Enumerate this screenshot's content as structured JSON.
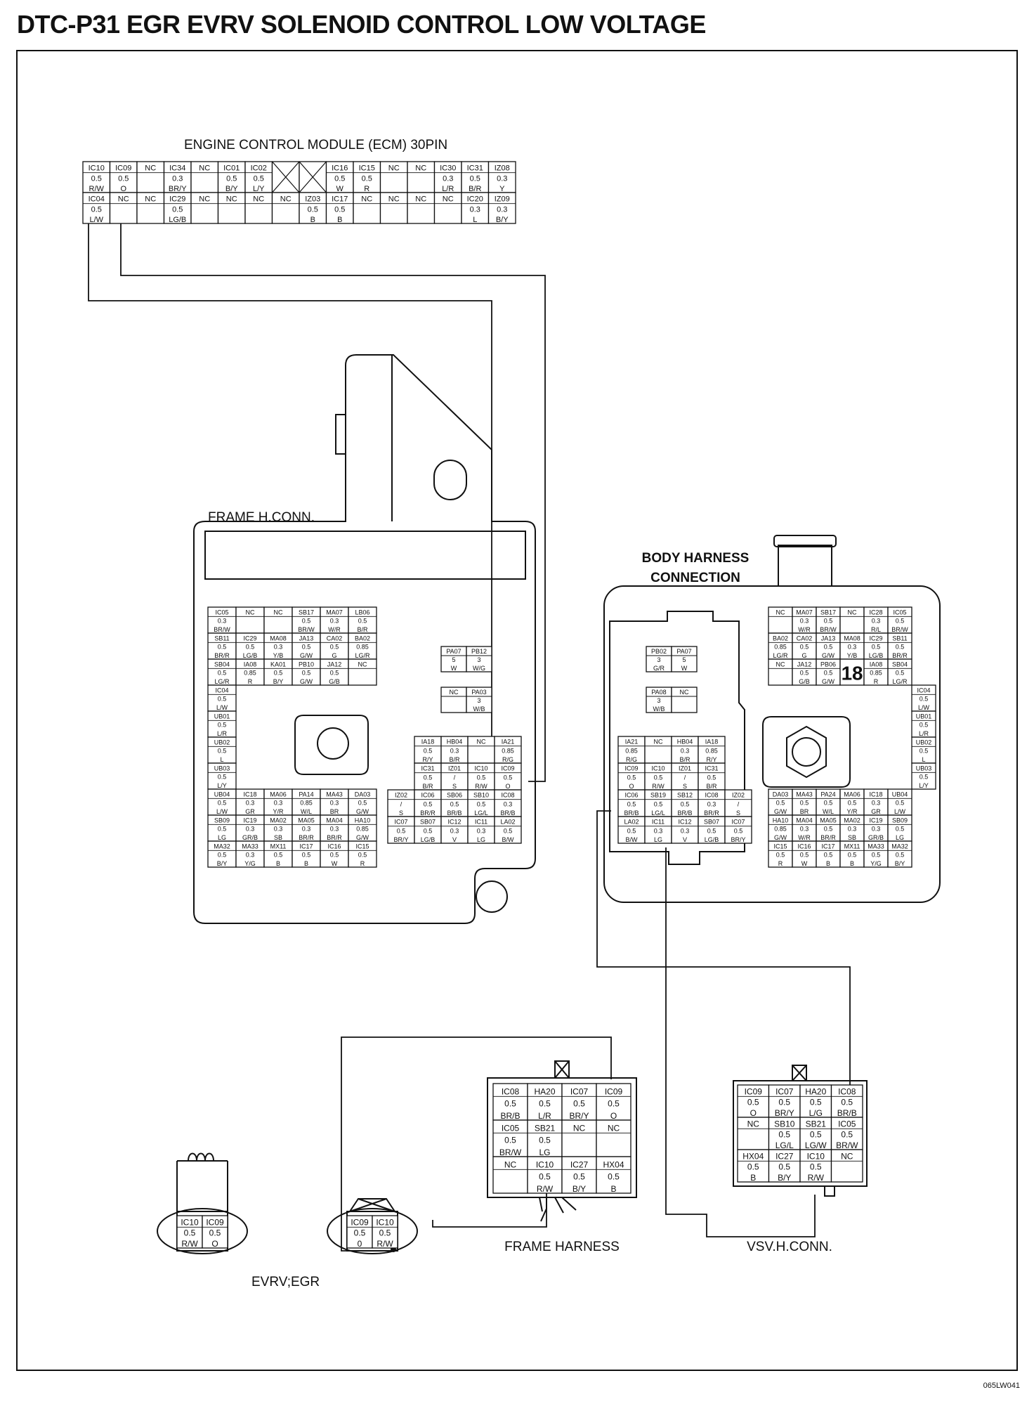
{
  "title": "DTC-P31 EGR EVRV SOLENOID CONTROL LOW VOLTAGE",
  "figure_code": "065LW041",
  "labels": {
    "ecm": "ENGINE CONTROL MODULE (ECM) 30PIN",
    "frame_hconn": "FRAME H.CONN.",
    "body_harness_1": "BODY HARNESS",
    "body_harness_2": "CONNECTION",
    "frame_harness": "FRAME HARNESS",
    "vsv_hconn": "VSV.H.CONN.",
    "evrv": "EVRV;EGR",
    "big_number": "18"
  },
  "ecm_rows": [
    [
      [
        "IC10",
        "0.5",
        "R/W"
      ],
      [
        "IC09",
        "0.5",
        "O"
      ],
      [
        "NC",
        "",
        ""
      ],
      [
        "IC34",
        "0.3",
        "BR/Y"
      ],
      [
        "NC",
        "",
        ""
      ],
      [
        "IC01",
        "0.5",
        "B/Y"
      ],
      [
        "IC02",
        "0.5",
        "L/Y"
      ],
      [
        "X",
        "",
        ""
      ],
      [
        "X",
        "",
        ""
      ],
      [
        "IC16",
        "0.5",
        "W"
      ],
      [
        "IC15",
        "0.5",
        "R"
      ],
      [
        "NC",
        "",
        ""
      ],
      [
        "NC",
        "",
        ""
      ],
      [
        "IC30",
        "0.3",
        "L/R"
      ],
      [
        "IC31",
        "0.5",
        "B/R"
      ],
      [
        "IZ08",
        "0.3",
        "Y"
      ]
    ],
    [
      [
        "IC04",
        "0.5",
        "L/W"
      ],
      [
        "NC",
        "",
        ""
      ],
      [
        "NC",
        "",
        ""
      ],
      [
        "IC29",
        "0.5",
        "LG/B"
      ],
      [
        "NC",
        "",
        ""
      ],
      [
        "NC",
        "",
        ""
      ],
      [
        "NC",
        "",
        ""
      ],
      [
        "NC",
        "",
        ""
      ],
      [
        "IZ03",
        "0.5",
        "B"
      ],
      [
        "IC17",
        "0.5",
        "B"
      ],
      [
        "NC",
        "",
        ""
      ],
      [
        "NC",
        "",
        ""
      ],
      [
        "NC",
        "",
        ""
      ],
      [
        "NC",
        "",
        ""
      ],
      [
        "IC20",
        "0.3",
        "L"
      ],
      [
        "IZ09",
        "0.3",
        "B/Y"
      ]
    ]
  ],
  "frame_left": [
    [
      [
        "IC05",
        "0.3",
        "BR/W"
      ],
      [
        "NC",
        "",
        ""
      ],
      [
        "NC",
        "",
        ""
      ],
      [
        "SB17",
        "0.5",
        "BR/W"
      ],
      [
        "MA07",
        "0.3",
        "W/R"
      ],
      [
        "LB06",
        "0.5",
        "B/R"
      ]
    ],
    [
      [
        "SB11",
        "0.5",
        "BR/R"
      ],
      [
        "IC29",
        "0.5",
        "LG/B"
      ],
      [
        "MA08",
        "0.3",
        "Y/B"
      ],
      [
        "JA13",
        "0.5",
        "G/W"
      ],
      [
        "CA02",
        "0.5",
        "G"
      ],
      [
        "BA02",
        "0.85",
        "LG/R"
      ]
    ],
    [
      [
        "SB04",
        "0.5",
        "LG/R"
      ],
      [
        "IA08",
        "0.85",
        "R"
      ],
      [
        "KA01",
        "0.5",
        "B/Y"
      ],
      [
        "PB10",
        "0.5",
        "G/W"
      ],
      [
        "JA12",
        "0.5",
        "G/B"
      ],
      [
        "NC",
        "",
        ""
      ]
    ],
    [
      [
        "IC04",
        "0.5",
        "L/W"
      ]
    ],
    [
      [
        "UB01",
        "0.5",
        "L/R"
      ]
    ],
    [
      [
        "UB02",
        "0.5",
        "L"
      ]
    ],
    [
      [
        "UB03",
        "0.5",
        "L/Y"
      ]
    ],
    [
      [
        "UB04",
        "0.5",
        "L/W"
      ],
      [
        "IC18",
        "0.3",
        "GR"
      ],
      [
        "MA06",
        "0.3",
        "Y/R"
      ],
      [
        "PA14",
        "0.85",
        "W/L"
      ],
      [
        "MA43",
        "0.3",
        "BR"
      ],
      [
        "DA03",
        "0.5",
        "G/W"
      ]
    ],
    [
      [
        "SB09",
        "0.5",
        "LG"
      ],
      [
        "IC19",
        "0.3",
        "GR/B"
      ],
      [
        "MA02",
        "0.3",
        "SB"
      ],
      [
        "MA05",
        "0.3",
        "BR/R"
      ],
      [
        "MA04",
        "0.3",
        "BR/R"
      ],
      [
        "HA10",
        "0.85",
        "G/W"
      ]
    ],
    [
      [
        "MA32",
        "0.5",
        "B/Y"
      ],
      [
        "MA33",
        "0.3",
        "Y/G"
      ],
      [
        "MX11",
        "0.5",
        "B"
      ],
      [
        "IC17",
        "0.5",
        "B"
      ],
      [
        "IC16",
        "0.5",
        "W"
      ],
      [
        "IC15",
        "0.5",
        "R"
      ]
    ]
  ],
  "frame_pa_l": [
    [
      "PA07",
      "5",
      "W"
    ],
    [
      "PB12",
      "3",
      "W/G"
    ]
  ],
  "frame_pa_m": [
    [
      "NC",
      "",
      ""
    ],
    [
      "PA03",
      "3",
      "W/B"
    ]
  ],
  "frame_right": [
    [
      [
        "IA18",
        "0.5",
        "R/Y"
      ],
      [
        "HB04",
        "0.3",
        "B/R"
      ],
      [
        "NC",
        "",
        ""
      ],
      [
        "IA21",
        "0.85",
        "R/G"
      ]
    ],
    [
      [
        "IC31",
        "0.5",
        "B/R"
      ],
      [
        "IZ01",
        "/",
        "S"
      ],
      [
        "IC10",
        "0.5",
        "R/W"
      ],
      [
        "IC09",
        "0.5",
        "O"
      ]
    ],
    [
      [
        "IZ02",
        "/",
        "S"
      ],
      [
        "IC06",
        "0.5",
        "BR/R"
      ],
      [
        "SB06",
        "0.5",
        "BR/B"
      ],
      [
        "SB10",
        "0.5",
        "LG/L"
      ],
      [
        "IC08",
        "0.3",
        "BR/B"
      ]
    ],
    [
      [
        "IC07",
        "0.5",
        "BR/Y"
      ],
      [
        "SB07",
        "0.5",
        "LG/B"
      ],
      [
        "IC12",
        "0.3",
        "V"
      ],
      [
        "IC11",
        "0.3",
        "LG"
      ],
      [
        "LA02",
        "0.5",
        "B/W"
      ]
    ]
  ],
  "bh_pb_l": [
    [
      "PB02",
      "3",
      "G/R"
    ],
    [
      "PA07",
      "5",
      "W"
    ]
  ],
  "bh_pb_m": [
    [
      "PA08",
      "3",
      "W/B"
    ],
    [
      "NC",
      "",
      ""
    ]
  ],
  "bh_left": [
    [
      [
        "IA21",
        "0.85",
        "R/G"
      ],
      [
        "NC",
        "",
        ""
      ],
      [
        "HB04",
        "0.3",
        "B/R"
      ],
      [
        "IA18",
        "0.85",
        "R/Y"
      ]
    ],
    [
      [
        "IC09",
        "0.5",
        "O"
      ],
      [
        "IC10",
        "0.5",
        "R/W"
      ],
      [
        "IZ01",
        "/",
        "S"
      ],
      [
        "IC31",
        "0.5",
        "B/R"
      ]
    ],
    [
      [
        "IC06",
        "0.5",
        "BR/B"
      ],
      [
        "SB19",
        "0.5",
        "LG/L"
      ],
      [
        "SB12",
        "0.5",
        "BR/B"
      ],
      [
        "IC08",
        "0.3",
        "BR/R"
      ],
      [
        "IZ02",
        "/",
        "S"
      ]
    ],
    [
      [
        "LA02",
        "0.5",
        "B/W"
      ],
      [
        "IC11",
        "0.3",
        "LG"
      ],
      [
        "IC12",
        "0.3",
        "V"
      ],
      [
        "SB07",
        "0.5",
        "LG/B"
      ],
      [
        "IC07",
        "0.5",
        "BR/Y"
      ]
    ]
  ],
  "bh_right": [
    [
      [
        "NC",
        "",
        ""
      ],
      [
        "MA07",
        "0.3",
        "W/R"
      ],
      [
        "SB17",
        "0.5",
        "BR/W"
      ],
      [
        "NC",
        "",
        ""
      ],
      [
        "IC28",
        "0.3",
        "R/L"
      ],
      [
        "IC05",
        "0.5",
        "BR/W"
      ]
    ],
    [
      [
        "BA02",
        "0.85",
        "LG/R"
      ],
      [
        "CA02",
        "0.5",
        "G"
      ],
      [
        "JA13",
        "0.5",
        "G/W"
      ],
      [
        "MA08",
        "0.3",
        "Y/B"
      ],
      [
        "IC29",
        "0.5",
        "LG/B"
      ],
      [
        "SB11",
        "0.5",
        "BR/R"
      ]
    ],
    [
      [
        "NC",
        "",
        ""
      ],
      [
        "JA12",
        "0.5",
        "G/B"
      ],
      [
        "PB06",
        "0.5",
        "G/W"
      ],
      [
        "BIG",
        "",
        ""
      ],
      [
        "IA08",
        "0.85",
        "R"
      ],
      [
        "SB04",
        "0.5",
        "LG/R"
      ]
    ],
    [
      [
        "IC04",
        "0.5",
        "L/W"
      ]
    ],
    [
      [
        "UB01",
        "0.5",
        "L/R"
      ]
    ],
    [
      [
        "UB02",
        "0.5",
        "L"
      ]
    ],
    [
      [
        "UB03",
        "0.5",
        "L/Y"
      ]
    ],
    [
      [
        "DA03",
        "0.5",
        "G/W"
      ],
      [
        "MA43",
        "0.5",
        "BR"
      ],
      [
        "PA24",
        "0.5",
        "W/L"
      ],
      [
        "MA06",
        "0.5",
        "Y/R"
      ],
      [
        "IC18",
        "0.3",
        "GR"
      ],
      [
        "UB04",
        "0.5",
        "L/W"
      ]
    ],
    [
      [
        "HA10",
        "0.85",
        "G/W"
      ],
      [
        "MA04",
        "0.3",
        "W/R"
      ],
      [
        "MA05",
        "0.5",
        "BR/R"
      ],
      [
        "MA02",
        "0.3",
        "SB"
      ],
      [
        "IC19",
        "0.3",
        "GR/B"
      ],
      [
        "SB09",
        "0.5",
        "LG"
      ]
    ],
    [
      [
        "IC15",
        "0.5",
        "R"
      ],
      [
        "IC16",
        "0.5",
        "W"
      ],
      [
        "IC17",
        "0.5",
        "B"
      ],
      [
        "MX11",
        "0.5",
        "B"
      ],
      [
        "MA33",
        "0.5",
        "Y/G"
      ],
      [
        "MA32",
        "0.5",
        "B/Y"
      ]
    ]
  ],
  "frame_harness_rows": [
    [
      [
        "IC08",
        "0.5",
        "BR/B"
      ],
      [
        "HA20",
        "0.5",
        "L/R"
      ],
      [
        "IC07",
        "0.5",
        "BR/Y"
      ],
      [
        "IC09",
        "0.5",
        "O"
      ]
    ],
    [
      [
        "IC05",
        "0.5",
        "BR/W"
      ],
      [
        "SB21",
        "0.5",
        "LG"
      ],
      [
        "NC",
        "",
        ""
      ],
      [
        "NC",
        "",
        ""
      ]
    ],
    [
      [
        "NC",
        "",
        ""
      ],
      [
        "IC10",
        "0.5",
        "R/W"
      ],
      [
        "IC27",
        "0.5",
        "B/Y"
      ],
      [
        "HX04",
        "0.5",
        "B"
      ]
    ]
  ],
  "vsv_rows": [
    [
      [
        "IC09",
        "0.5",
        "O"
      ],
      [
        "IC07",
        "0.5",
        "BR/Y"
      ],
      [
        "HA20",
        "0.5",
        "L/G"
      ],
      [
        "IC08",
        "0.5",
        "BR/B"
      ]
    ],
    [
      [
        "NC",
        "",
        ""
      ],
      [
        "SB10",
        "0.5",
        "LG/L"
      ],
      [
        "SB21",
        "0.5",
        "LG/W"
      ],
      [
        "IC05",
        "0.5",
        "BR/W"
      ]
    ],
    [
      [
        "HX04",
        "0.5",
        "B"
      ],
      [
        "IC27",
        "0.5",
        "B/Y"
      ],
      [
        "IC10",
        "0.5",
        "R/W"
      ],
      [
        "NC",
        "",
        ""
      ]
    ]
  ],
  "evrv_pins": [
    [
      "IC10",
      "0.5",
      "R/W"
    ],
    [
      "IC09",
      "0.5",
      "O"
    ]
  ],
  "egr_pins": [
    [
      "IC09",
      "0.5",
      "0"
    ],
    [
      "IC10",
      "0.5",
      "R/W"
    ]
  ]
}
